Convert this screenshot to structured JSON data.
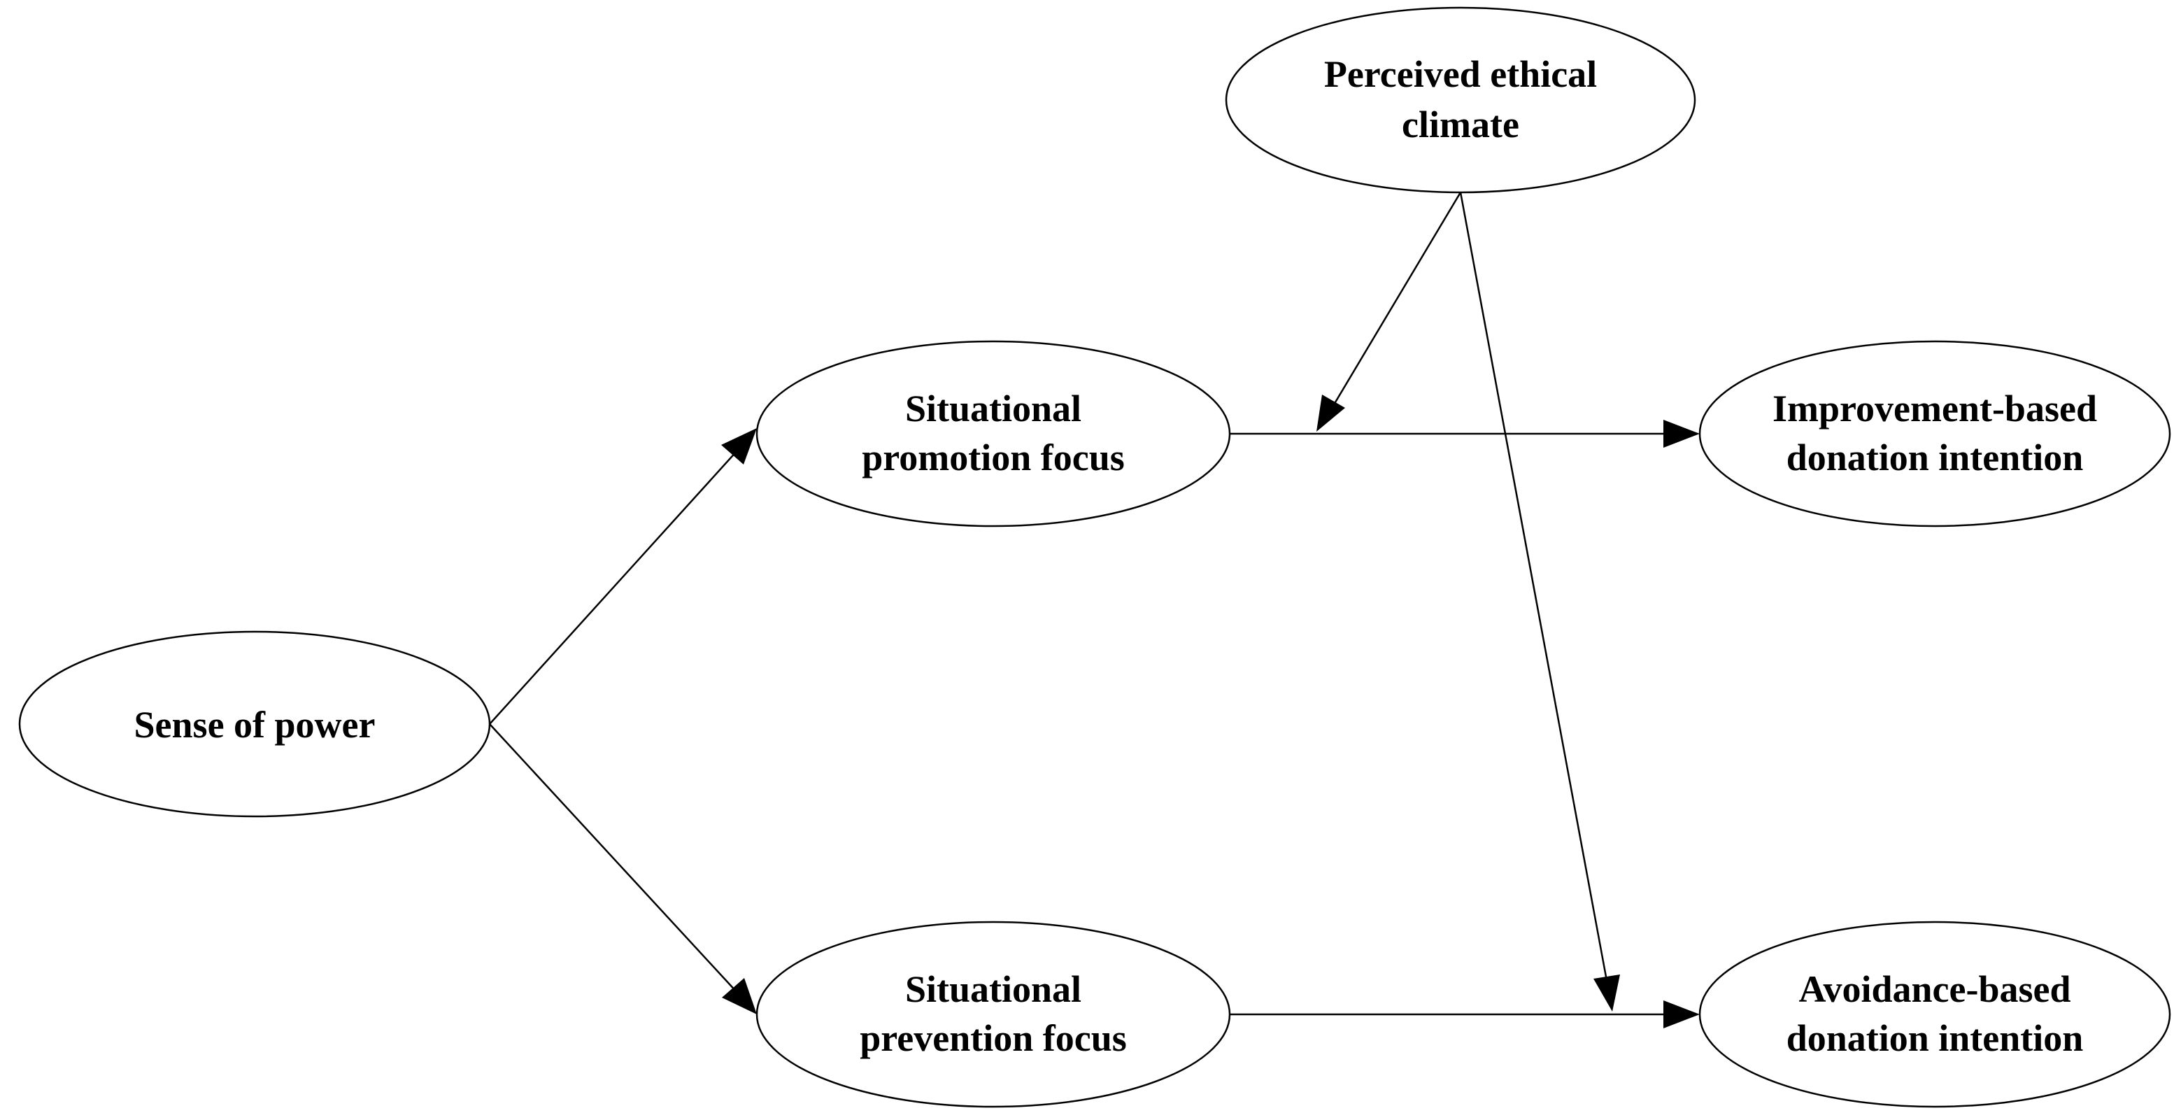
{
  "diagram": {
    "nodes": {
      "ethical_climate": {
        "line1": "Perceived ethical",
        "line2": "climate"
      },
      "sense_of_power": {
        "line1": "Sense of power"
      },
      "promotion_focus": {
        "line1": "Situational",
        "line2": "promotion focus"
      },
      "prevention_focus": {
        "line1": "Situational",
        "line2": "prevention focus"
      },
      "improvement_intention": {
        "line1": "Improvement-based",
        "line2": "donation intention"
      },
      "avoidance_intention": {
        "line1": "Avoidance-based",
        "line2": "donation intention"
      }
    },
    "edges": [
      {
        "from": "sense_of_power",
        "to": "promotion_focus",
        "kind": "direct-effect"
      },
      {
        "from": "sense_of_power",
        "to": "prevention_focus",
        "kind": "direct-effect"
      },
      {
        "from": "promotion_focus",
        "to": "improvement_intention",
        "kind": "direct-effect"
      },
      {
        "from": "prevention_focus",
        "to": "avoidance_intention",
        "kind": "direct-effect"
      },
      {
        "from": "ethical_climate",
        "to": "promotion-improvement path",
        "kind": "moderation"
      },
      {
        "from": "ethical_climate",
        "to": "prevention-avoidance path",
        "kind": "moderation"
      }
    ]
  }
}
